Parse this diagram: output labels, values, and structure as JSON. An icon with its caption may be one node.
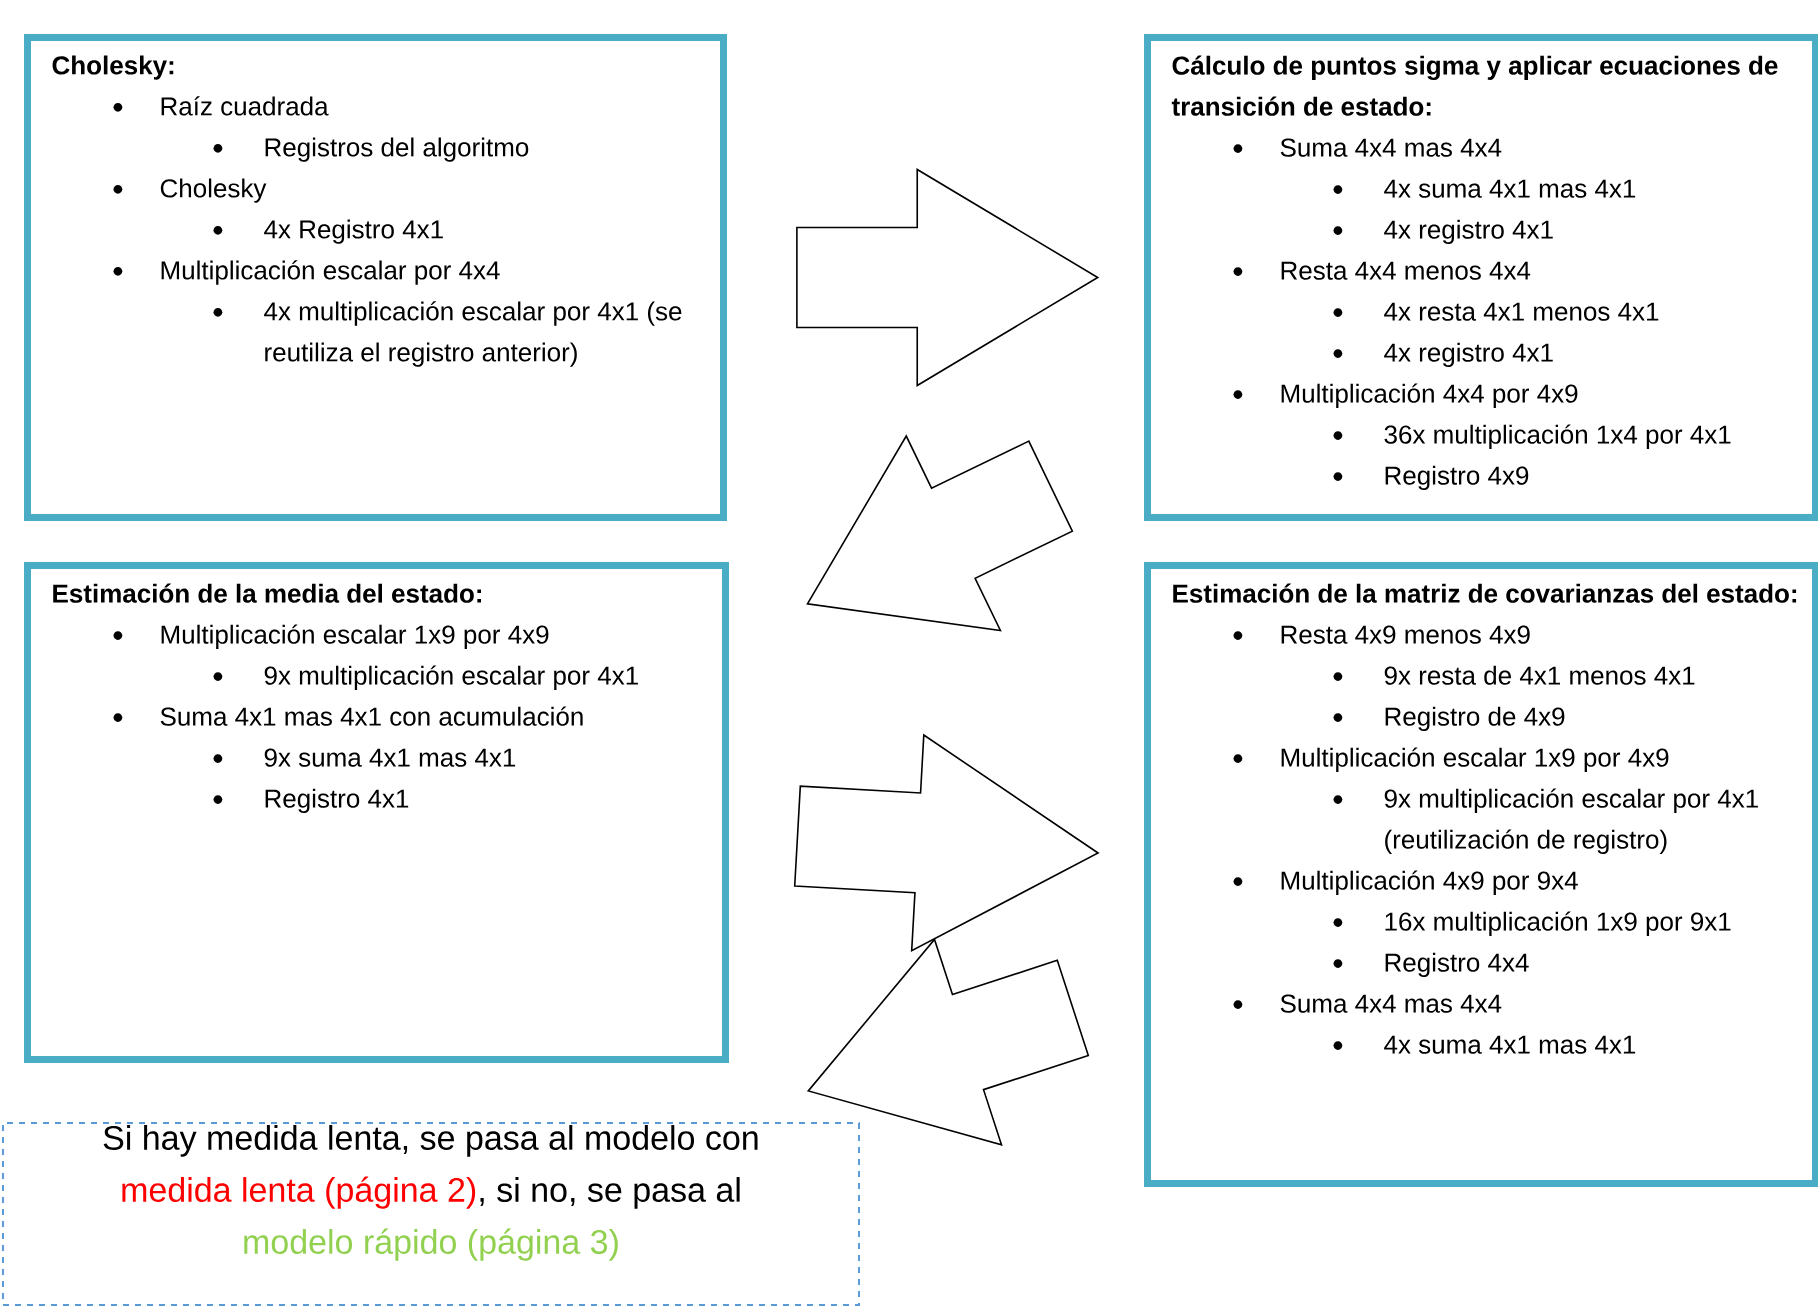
{
  "diagram": {
    "nodes": [
      {
        "text": [
          "Cholesky:",
          "Raíz cuadrada",
          "Registros del algoritmo",
          "Cholesky",
          "4x Registro 4x1",
          "Multiplicación escalar por 4x4",
          "4x multiplicación escalar por 4x1 (se reutiliza el registro anterior)"
        ]
      },
      {
        "text": [
          "Cálculo de puntos sigma y aplicar ecuaciones de transición de estado:",
          "Suma 4x4 mas 4x4",
          "4x suma 4x1 mas 4x1",
          "4x registro 4x1",
          "Resta 4x4 menos 4x4",
          "4x resta 4x1 menos 4x1",
          "4x registro 4x1",
          "Multiplicación 4x4 por 4x9",
          "36x multiplicación 1x4 por 4x1",
          "Registro 4x9"
        ]
      },
      {
        "text": [
          "Estimación de la media del estado:",
          "Multiplicación escalar 1x9 por 4x9",
          "9x multiplicación escalar por 4x1",
          "Suma 4x1 mas 4x1 con acumulación",
          "9x suma 4x1 mas 4x1",
          "Registro 4x1"
        ]
      },
      {
        "text": [
          "Estimación de la matriz de covarianzas del estado:",
          "Resta 4x9 menos 4x9",
          "9x resta de 4x1 menos 4x1",
          "Registro de 4x9",
          "Multiplicación escalar 1x9 por 4x9",
          "9x multiplicación escalar por 4x1 (reutilización de registro)",
          "Multiplicación 4x9 por 9x4",
          "16x multiplicación 1x9 por 9x1",
          "Registro 4x4",
          "Suma 4x4 mas 4x4",
          "4x suma 4x1 mas 4x1"
        ]
      },
      {
        "text": [
          "Si hay medida lenta, se pasa al modelo con",
          "medida lenta (página 2)",
          ", si no, se pasa al",
          "modelo rápido (página 3)"
        ]
      }
    ],
    "edges": [
      {
        "from": 0,
        "to": 1,
        "arrow": "to"
      },
      {
        "from": 1,
        "to": 2,
        "arrow": "to"
      },
      {
        "from": 2,
        "to": 3,
        "arrow": "to"
      },
      {
        "from": 3,
        "to": 4,
        "arrow": "to"
      }
    ]
  }
}
